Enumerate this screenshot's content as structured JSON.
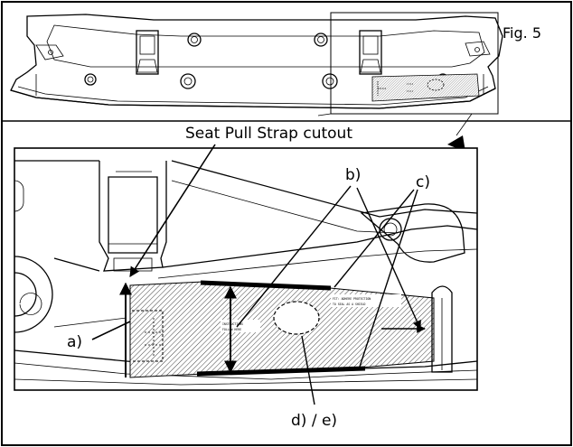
{
  "figure_label": "Fig. 5",
  "callouts": {
    "seat_pull": "Seat Pull Strap cutout",
    "a": "a)",
    "b": "b)",
    "c": "c)",
    "de": "d) / e)"
  },
  "sticker_text": {
    "line1": "FIT: ADHERE PROTECTION",
    "line2": "TO SEAL AS A SHIELD",
    "line3": "INSTRUCTIONS",
    "line4": "FOLLOW HERE"
  },
  "colors": {
    "line": "#000000",
    "background": "#ffffff",
    "hatch": "#444444"
  }
}
